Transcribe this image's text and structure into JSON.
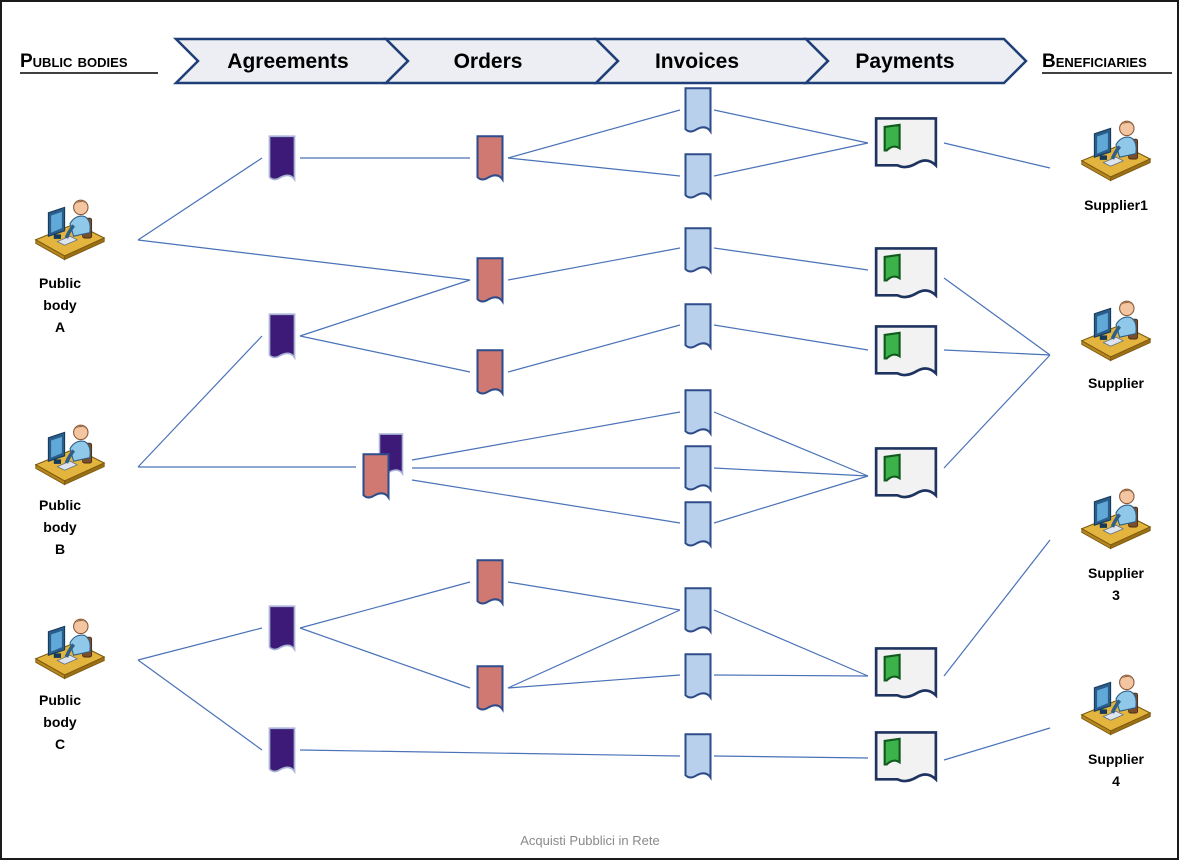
{
  "header": {
    "left_title": "Public bodies",
    "right_title": "Beneficiaries",
    "stages": [
      "Agreements",
      "Orders",
      "Invoices",
      "Payments"
    ]
  },
  "public_bodies": [
    {
      "lines": [
        "Public",
        "body",
        "A"
      ]
    },
    {
      "lines": [
        "Public",
        "body",
        "B"
      ]
    },
    {
      "lines": [
        "Public",
        "body",
        "C"
      ]
    }
  ],
  "suppliers": [
    {
      "lines": [
        "Supplier1"
      ]
    },
    {
      "lines": [
        "Supplier"
      ]
    },
    {
      "lines": [
        "Supplier",
        "3"
      ]
    },
    {
      "lines": [
        "Supplier",
        "4"
      ]
    }
  ],
  "footer": "Acquisti Pubblici in Rete",
  "colors": {
    "agreement": "#3d1a78",
    "order": "#d07872",
    "invoice": "#b8d0ec",
    "payment": "#f2f2f2",
    "payment_mark": "#3bb34a",
    "connector": "#4a72b8",
    "arrow_fill": "#eceef3",
    "arrow_stroke": "#1f3f78"
  },
  "icons": {
    "person": "person-at-computer-icon",
    "agreement": "agreement-document-icon",
    "order": "order-document-icon",
    "invoice": "invoice-document-icon",
    "payment": "payment-document-icon"
  }
}
